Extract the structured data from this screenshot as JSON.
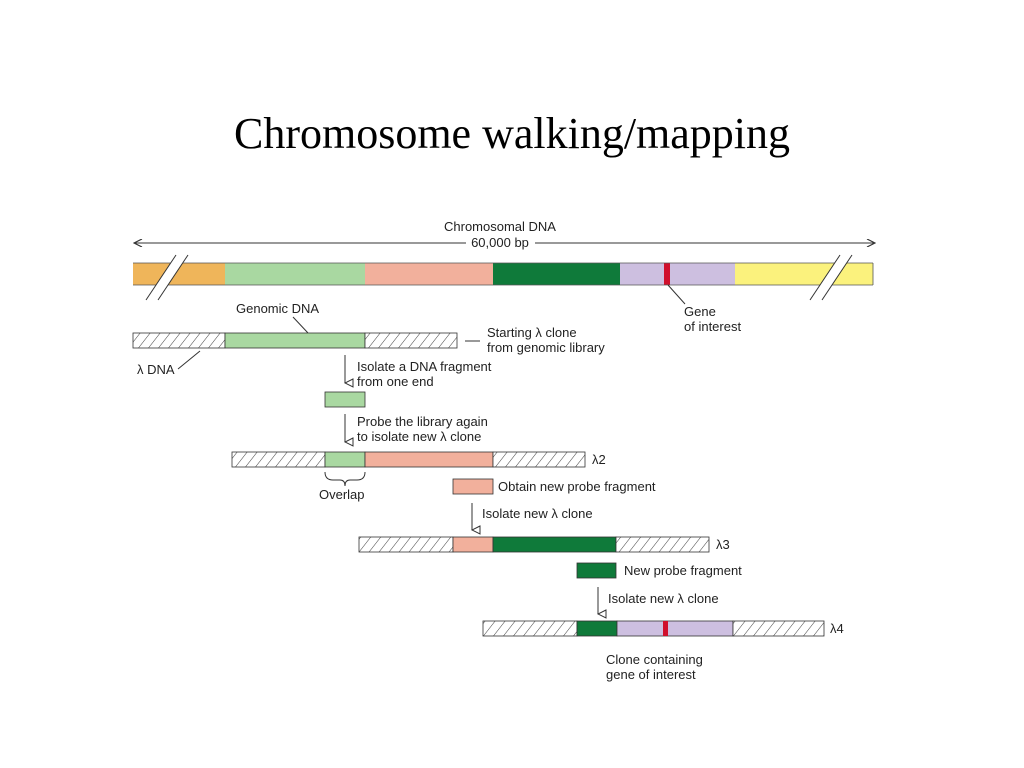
{
  "title": "Chromosome walking/mapping",
  "colors": {
    "orange": "#efb55a",
    "light_green": "#a9d8a1",
    "salmon": "#f2b09c",
    "dark_green": "#0f7a3a",
    "lavender": "#cdbfe0",
    "yellow": "#fbf27d",
    "red": "#d0102c",
    "hatch": "#333333"
  },
  "labels": {
    "chromosomal_dna": "Chromosomal DNA",
    "bp": "60,000 bp",
    "genomic_dna": "Genomic DNA",
    "gene_line1": "Gene",
    "gene_line2": "of interest",
    "lambda_dna": "λ DNA",
    "starting_line1": "Starting λ clone",
    "starting_line2": "from genomic library",
    "isolate_fragment_line1": "Isolate a DNA fragment",
    "isolate_fragment_line2": "from one end",
    "probe_again_line1": "Probe the library again",
    "probe_again_line2": "to isolate new λ clone",
    "lambda2": "λ2",
    "overlap": "Overlap",
    "obtain_probe": "Obtain new probe fragment",
    "isolate_new_1": "Isolate new λ clone",
    "lambda3": "λ3",
    "new_probe": "New probe fragment",
    "isolate_new_2": "Isolate new λ clone",
    "lambda4": "λ4",
    "clone_line1": "Clone containing",
    "clone_line2": "gene of interest"
  }
}
